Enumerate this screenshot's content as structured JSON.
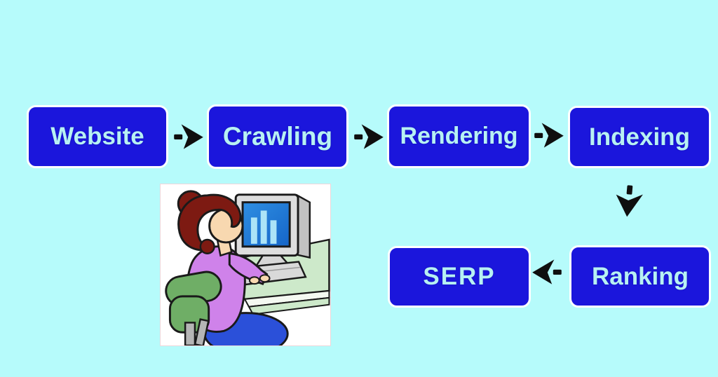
{
  "colors": {
    "background": "#b6fbfb",
    "box_fill": "#1b16dc",
    "box_text": "#b7f1f3",
    "box_border": "#ffffff",
    "arrow": "#0f0f0f"
  },
  "flowchart": {
    "nodes": [
      {
        "id": "website",
        "label": "Website"
      },
      {
        "id": "crawling",
        "label": "Crawling"
      },
      {
        "id": "rendering",
        "label": "Rendering"
      },
      {
        "id": "indexing",
        "label": "Indexing"
      },
      {
        "id": "serp",
        "label": "SERP"
      },
      {
        "id": "ranking",
        "label": "Ranking"
      }
    ],
    "edges": [
      {
        "from": "website",
        "to": "crawling",
        "direction": "right"
      },
      {
        "from": "crawling",
        "to": "rendering",
        "direction": "right"
      },
      {
        "from": "rendering",
        "to": "indexing",
        "direction": "right"
      },
      {
        "from": "indexing",
        "to": "ranking",
        "direction": "down"
      },
      {
        "from": "ranking",
        "to": "serp",
        "direction": "left"
      }
    ]
  },
  "illustration": {
    "name": "person-at-computer-clipart",
    "depicts": "woman with dark red hair in purple top seated on green chair at a desk, using a desktop computer whose blue screen shows a bar chart"
  }
}
